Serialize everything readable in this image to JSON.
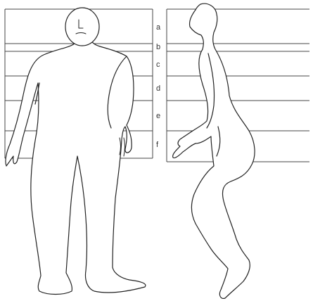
{
  "bands": [
    {
      "label": "a"
    },
    {
      "label": "b"
    },
    {
      "label": "c"
    },
    {
      "label": "d"
    },
    {
      "label": "e"
    },
    {
      "label": "f"
    }
  ],
  "figures": [
    {
      "view": "front"
    },
    {
      "view": "side"
    }
  ],
  "colors": {
    "line": "#222222",
    "guide": "#444444",
    "fill": "#ffffff"
  }
}
